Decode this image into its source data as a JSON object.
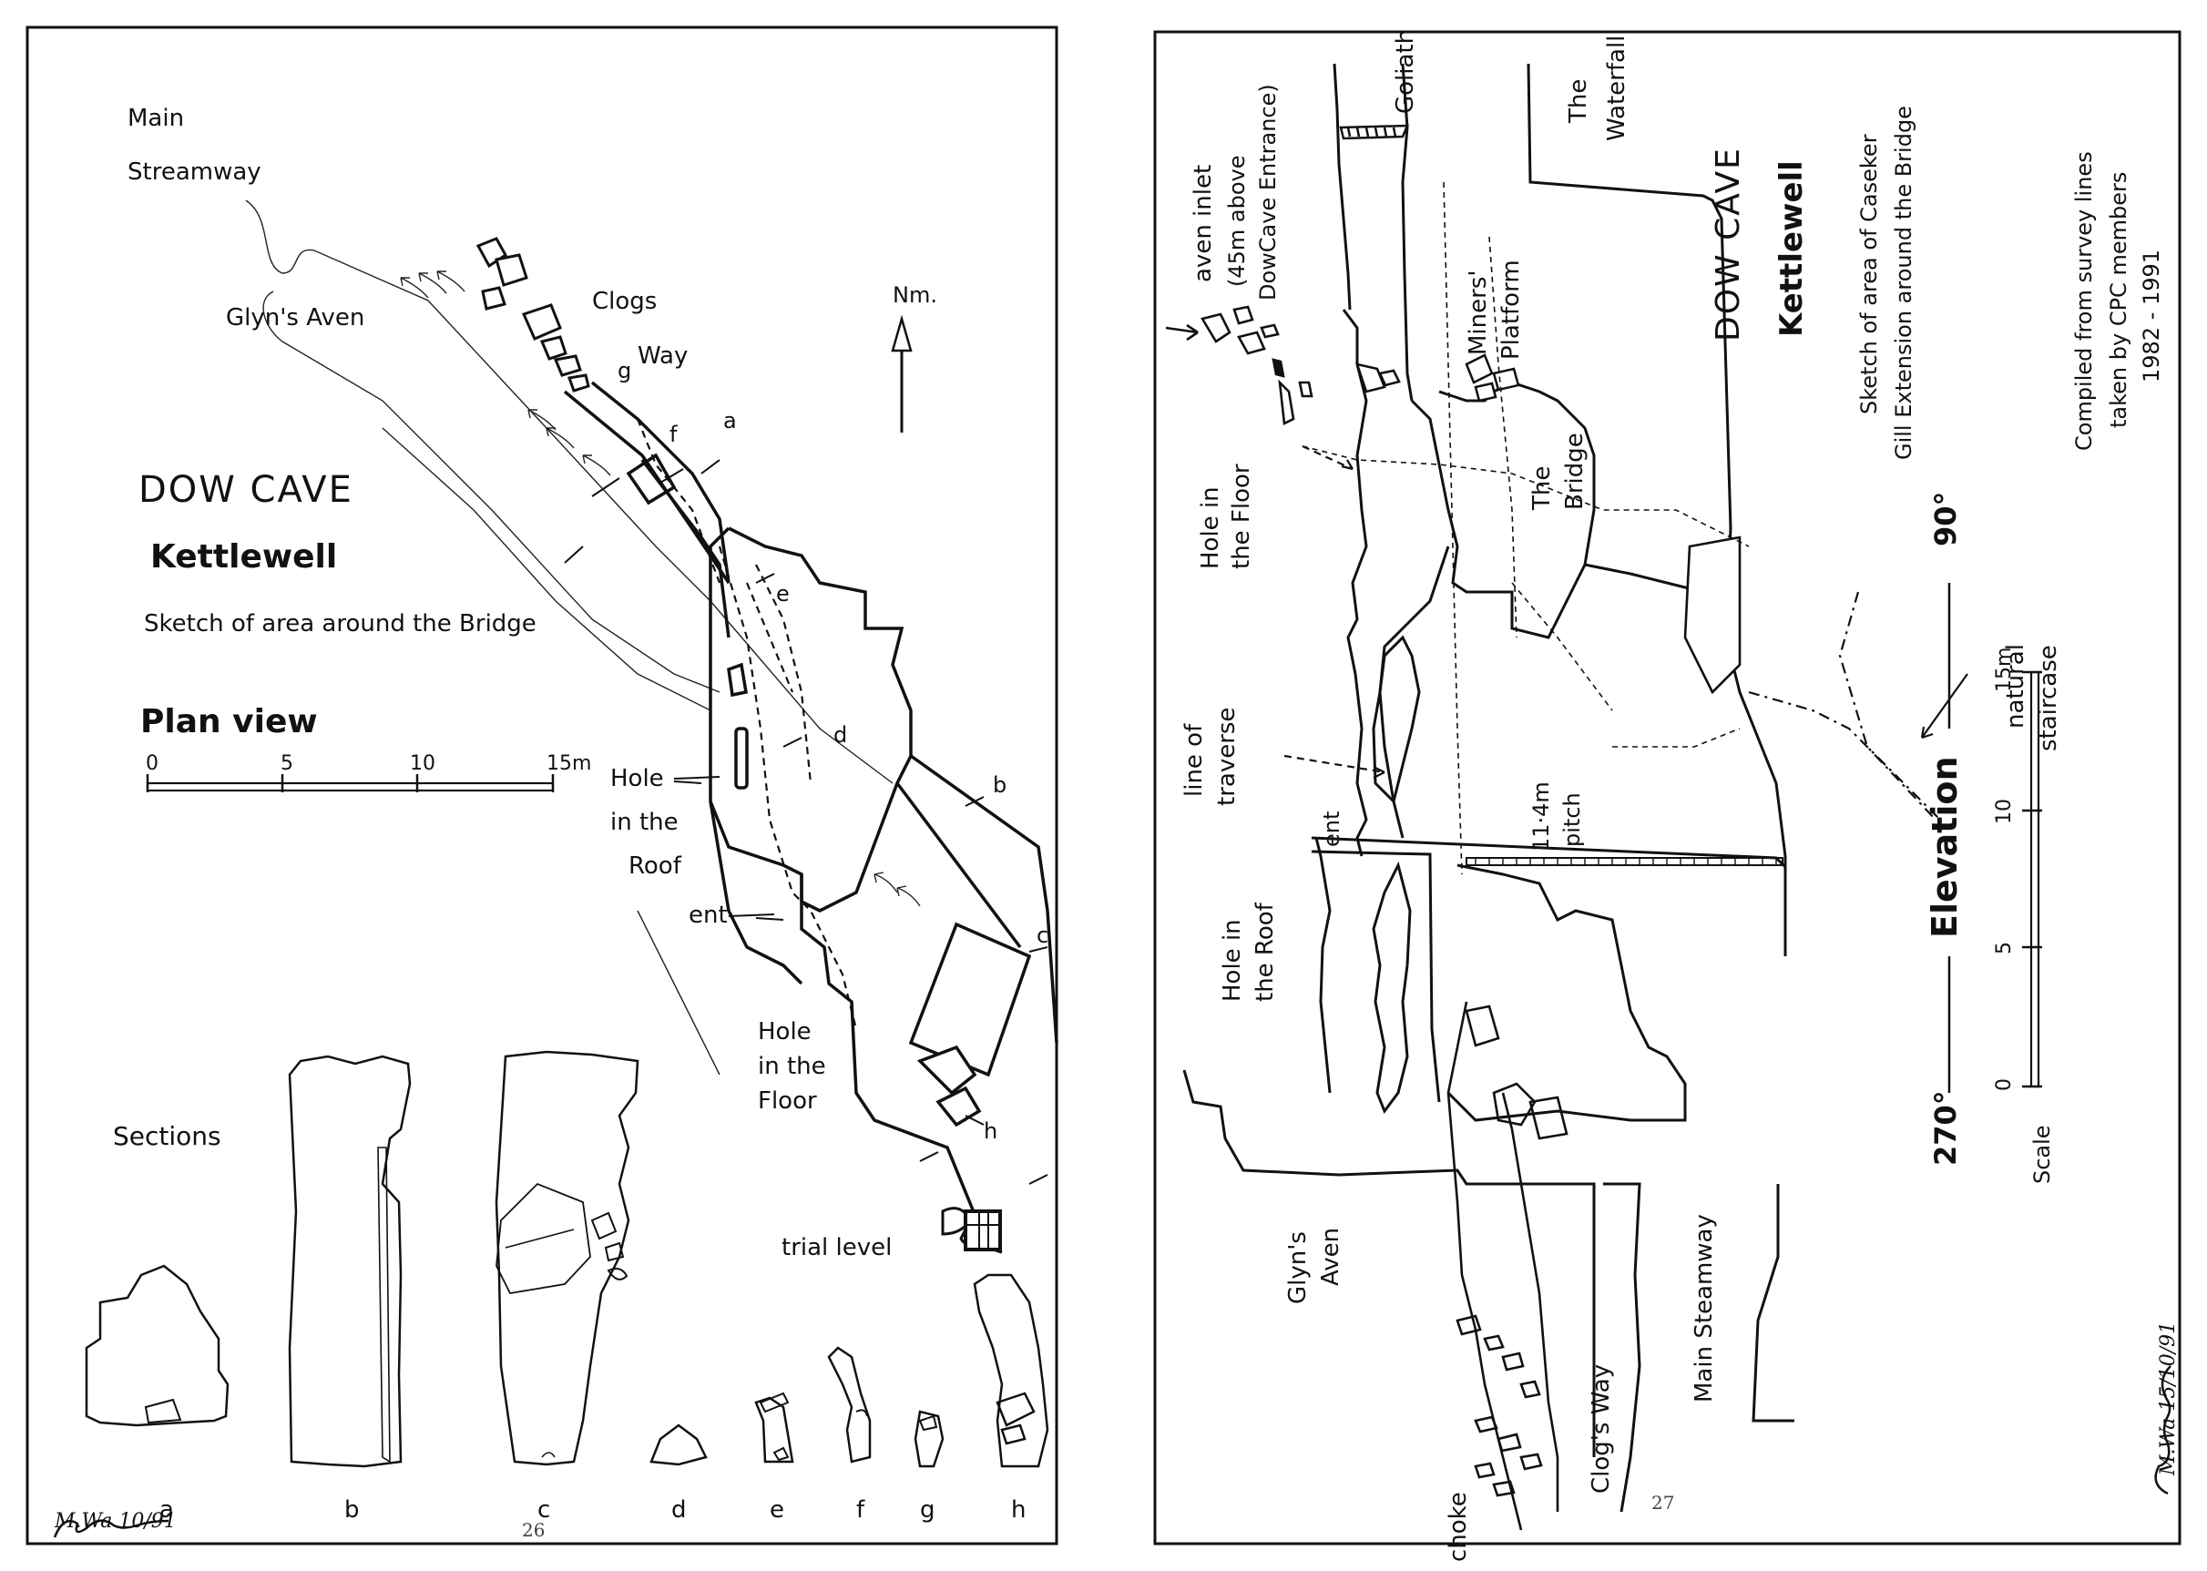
{
  "left_page": {
    "title": "DOW CAVE",
    "subtitle": "Kettlewell",
    "description": "Sketch of area around the Bridge",
    "view_label": "Plan view",
    "scale_ticks": [
      "0",
      "5",
      "10",
      "15m"
    ],
    "north_label": "Nm.",
    "place_labels": {
      "main_streamway_1": "Main",
      "main_streamway_2": "Streamway",
      "glyns_aven": "Glyn's Aven",
      "clogs_way_1": "Clogs",
      "clogs_way_2": "Way",
      "hole_roof_1": "Hole",
      "hole_roof_2": "in the",
      "hole_roof_3": "Roof",
      "ent": "ent",
      "hole_floor_1": "Hole",
      "hole_floor_2": "in the",
      "hole_floor_3": "Floor",
      "trial_level": "trial level"
    },
    "section_markers": [
      "a",
      "b",
      "c",
      "d",
      "e",
      "f",
      "g",
      "h"
    ],
    "sections_title": "Sections",
    "section_labels": [
      "a",
      "b",
      "c",
      "d",
      "e",
      "f",
      "g",
      "h"
    ],
    "page_number": "26",
    "signature": "M.Wa 10/91"
  },
  "right_page": {
    "title": "DOW CAVE",
    "subtitle": "Kettlewell",
    "description_1": "Sketch of area of Caseker",
    "description_2": "Gill Extension around the Bridge",
    "compiled_1": "Compiled from survey lines",
    "compiled_2": "taken by CPC members",
    "compiled_3": "1982 - 1991",
    "elevation_label": "Elevation",
    "bearing_left": "270°",
    "bearing_right": "90°",
    "scale_label": "Scale",
    "scale_ticks": [
      "0",
      "5",
      "10",
      "15m"
    ],
    "place_labels": {
      "goliath": "Goliath",
      "waterfall_1": "The",
      "waterfall_2": "Waterfall",
      "aven_inlet_1": "aven inlet",
      "aven_inlet_2": "(45m above",
      "aven_inlet_3": "DowCave Entrance)",
      "miners_1": "Miners'",
      "miners_2": "Platform",
      "bridge_1": "The",
      "bridge_2": "Bridge",
      "hole_floor_1": "Hole in",
      "hole_floor_2": "the Floor",
      "natural_1": "natural",
      "natural_2": "staircase",
      "traverse_1": "line of",
      "traverse_2": "traverse",
      "ent": "ent",
      "pitch_1": "11·4m",
      "pitch_2": "pitch",
      "hole_roof_1": "Hole in",
      "hole_roof_2": "the Roof",
      "glyns_1": "Glyn's",
      "glyns_2": "Aven",
      "main_streamway": "Main  Steamway",
      "clogs_way": "Clog's  Way",
      "choke": "choke"
    },
    "page_number": "27",
    "signature": "M.Wa 15/10/91"
  }
}
